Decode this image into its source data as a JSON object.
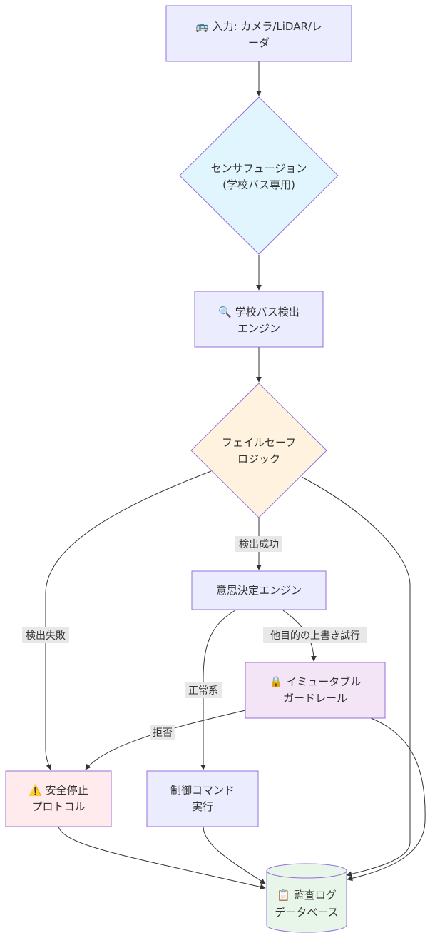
{
  "nodes": {
    "input": {
      "line1": "🚌 入力: カメラ/LiDAR/レ",
      "line2": "ーダ"
    },
    "fusion": {
      "line1": "センサフュージョン",
      "line2": "(学校バス専用)"
    },
    "detect": {
      "line1": "🔍 学校バス検出",
      "line2": "エンジン"
    },
    "failsafe": {
      "line1": "フェイルセーフ",
      "line2": "ロジック"
    },
    "decision": {
      "line1": "意思決定エンジン"
    },
    "guardrail": {
      "line1": "🔒 イミュータブル",
      "line2": "ガードレール"
    },
    "stop": {
      "line1": "⚠️ 安全停止",
      "line2": "プロトコル"
    },
    "control": {
      "line1": "制御コマンド",
      "line2": "実行"
    },
    "audit": {
      "line1": "📋 監査ログ",
      "line2": "データベース"
    }
  },
  "edges": {
    "detect_success": "検出成功",
    "detect_fail": "検出失敗",
    "override_attempt": "他目的の上書き試行",
    "normal": "正常系",
    "reject": "拒否"
  },
  "colors": {
    "process_fill": "#ECECFF",
    "process_stroke": "#9370DB",
    "fusion_fill": "#E1F5FE",
    "failsafe_fill": "#FFF3E0",
    "guardrail_fill": "#F3E5F5",
    "stop_fill": "#FFEBEE",
    "audit_fill": "#E8F5E9",
    "edge": "#333333",
    "label_bg": "#E8E8E8"
  }
}
